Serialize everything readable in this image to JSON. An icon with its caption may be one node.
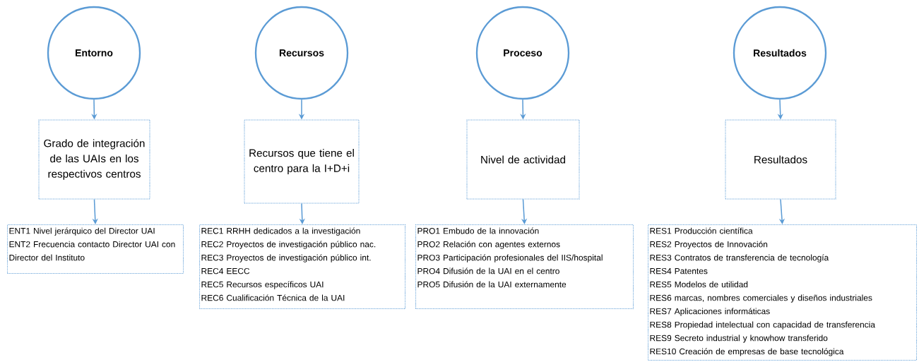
{
  "diagram": {
    "nodes": [
      {
        "text": [
          "Entorno"
        ]
      },
      {
        "text": [
          "Recursos"
        ]
      },
      {
        "text": [
          "Proceso"
        ]
      },
      {
        "text": [
          "Resultados"
        ]
      },
      {
        "text": [
          "Grado de integración de las UAIs en los respectivos centros"
        ]
      },
      {
        "text": [
          "Recursos que tiene el centro para la I+D+i"
        ]
      },
      {
        "text": [
          "Nivel de actividad"
        ]
      },
      {
        "text": [
          "Resultados"
        ]
      },
      {
        "text": [
          "ENT1 Nivel jerárquico del Director UAI",
          "ENT2 Frecuencia contacto Director UAI con Director del Instituto"
        ]
      },
      {
        "text": [
          "REC1 RRHH dedicados a la investigación",
          "REC2 Proyectos de investigación público nac.",
          "REC3 Proyectos de investigación público int.",
          "REC4 EECC",
          "REC5 Recursos específicos UAI",
          "REC6 Cualificación Técnica de la UAI"
        ]
      },
      {
        "text": [
          "PRO1 Embudo de la innovación",
          "PRO2 Relación con agentes externos",
          "PRO3 Participación profesionales del IIS/hospital",
          "PRO4 Difusión de la UAI en el centro",
          "PRO5 Difusión de la UAI externamente"
        ]
      },
      {
        "text": [
          "RES1 Producción científica",
          "RES2 Proyectos de Innovación",
          "RES3 Contratos de transferencia de tecnología",
          "RES4 Patentes",
          "RES5 Modelos de utilidad",
          "RES6 marcas, nombres comerciales y diseños industriales",
          "RES7 Aplicaciones informáticas",
          "RES8 Propiedad intelectual con capacidad de transferencia",
          "RES9 Secreto industrial y knowhow transferido",
          "RES10 Creación de empresas de base tecnológica"
        ]
      }
    ],
    "edges": [
      {
        "from": 0,
        "to": 4,
        "arrow": "to"
      },
      {
        "from": 1,
        "to": 5,
        "arrow": "to"
      },
      {
        "from": 2,
        "to": 6,
        "arrow": "to"
      },
      {
        "from": 3,
        "to": 7,
        "arrow": "to"
      },
      {
        "from": 4,
        "to": 8,
        "arrow": "to"
      },
      {
        "from": 5,
        "to": 9,
        "arrow": "to"
      },
      {
        "from": 6,
        "to": 10,
        "arrow": "to"
      },
      {
        "from": 7,
        "to": 11,
        "arrow": "to"
      }
    ]
  }
}
